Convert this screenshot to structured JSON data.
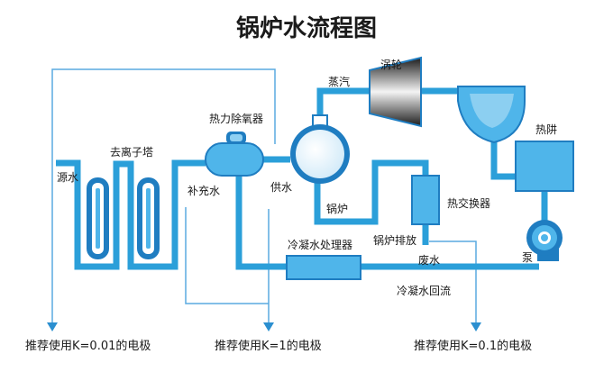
{
  "title": "锅炉水流程图",
  "labels": {
    "turbine": "涡轮",
    "steam": "蒸汽",
    "deaerator": "热力除氧器",
    "ion_tower": "去离子塔",
    "raw_water": "源水",
    "makeup_water": "补充水",
    "feed_water": "供水",
    "boiler": "锅炉",
    "heat_exchanger": "热交换器",
    "boiler_blowdown": "锅炉排放",
    "hot_well": "热阱",
    "pump": "泵",
    "condensate_treatment": "冷凝水处理器",
    "waste_water": "废水",
    "condensate_return": "冷凝水回流"
  },
  "electrodes": [
    {
      "label": "推荐使用K=0.01的电极"
    },
    {
      "label": "推荐使用K=1的电极"
    },
    {
      "label": "推荐使用K=0.1的电极"
    }
  ],
  "colors": {
    "pipe": "#2b9fd9",
    "equipment_fill": "#4fb5ea",
    "equipment_dark": "#1f7dc1",
    "thin_line": "#5aaae0",
    "text": "#1a1a1a"
  }
}
